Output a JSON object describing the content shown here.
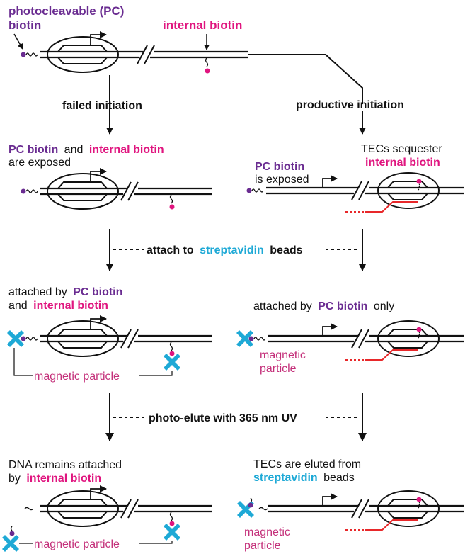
{
  "colors": {
    "purple": "#6a2c91",
    "magenta": "#e0157f",
    "cyan": "#1ea9d6",
    "rna_red": "#e8282a",
    "particle_label": "#c4307a"
  },
  "labels": {
    "pc_biotin_line1": "photocleavable (PC)",
    "pc_biotin_line2": "biotin",
    "internal_biotin_top": "internal biotin",
    "failed_initiation": "failed initiation",
    "productive_initiation": "productive initiation",
    "step2_left_pc": "PC biotin",
    "step2_left_and": "and",
    "step2_left_internal": "internal biotin",
    "step2_left_line2": "are exposed",
    "step2_right_line1": "TECs sequester",
    "step2_right_internal": "internal biotin",
    "step2_right_pc": "PC biotin",
    "step2_right_exposed": "is exposed",
    "attach_to": "attach to",
    "streptavidin": "streptavidin",
    "beads": "beads",
    "step3_left_attached_by": "attached by",
    "step3_left_pc": "PC biotin",
    "step3_left_and": "and",
    "step3_left_internal": "internal biotin",
    "step3_right_attached_by": "attached by",
    "step3_right_pc": "PC biotin",
    "step3_right_only": "only",
    "magnetic_particle": "magnetic particle",
    "magnetic": "magnetic",
    "particle": "particle",
    "photo_elute": "photo-elute with 365 nm UV",
    "step4_left_line1": "DNA remains attached",
    "step4_left_by": "by",
    "step4_left_internal": "internal biotin",
    "step4_right_line1": "TECs are eluted from",
    "step4_right_streptavidin": "streptavidin",
    "step4_right_beads": "beads"
  },
  "icons": [
    "biotin-dot-icon",
    "magnetic-particle-icon",
    "polymerase-ellipse-icon",
    "promoter-arrow-icon",
    "dna-break-icon",
    "down-arrow-icon"
  ]
}
